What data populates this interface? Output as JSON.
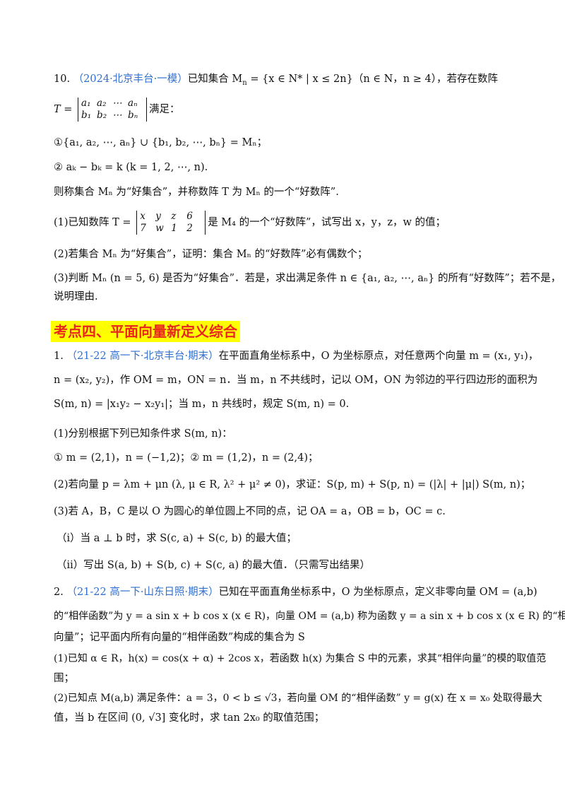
{
  "q10": {
    "num": "10.",
    "source": "（2024·北京丰台·一模）",
    "intro_a": "已知集合 M",
    "intro_b": " = {x ∈ N* | x ≤ 2n}（n ∈ N，n ≥ 4），若存在数阵",
    "matrix_label": "T =",
    "matrix_row1": [
      "a₁",
      "a₂",
      "⋯",
      "aₙ"
    ],
    "matrix_row2": [
      "b₁",
      "b₂",
      "⋯",
      "bₙ"
    ],
    "matrix_after": "满足：",
    "cond1": "①{a₁, a₂, ⋯, aₙ} ∪ {b₁, b₂, ⋯, bₙ} = Mₙ；",
    "cond2": "② aₖ − bₖ = k (k = 1, 2, ⋯, n).",
    "define": "则称集合 Mₙ 为“好集合”，并称数阵 T 为 Mₙ 的一个“好数阵”.",
    "p1_a": "(1)已知数阵 T =",
    "p1_row1": [
      "x",
      "y",
      "z",
      "6"
    ],
    "p1_row2": [
      "7",
      "w",
      "1",
      "2"
    ],
    "p1_b": "是 M₄ 的一个“好数阵”，试写出 x，y，z，w 的值；",
    "p2": "(2)若集合 Mₙ 为“好集合”，证明：集合 Mₙ 的“好数阵”必有偶数个；",
    "p3_a": "(3)判断 Mₙ (n = 5, 6) 是否为“好集合”．若是，求出满足条件 n ∈ {a₁, a₂, ⋯, aₙ} 的所有“好数阵”；若不是，",
    "p3_b": "说明理由."
  },
  "section_title": "考点四、平面向量新定义综合",
  "s1": {
    "num": "1.",
    "source": "（21-22 高一下·北京丰台·期末）",
    "l1": "在平面直角坐标系中，O 为坐标原点，对任意两个向量 m = (x₁, y₁)，",
    "l2": "n = (x₂, y₂)，作 OM = m，ON = n．当 m，n 不共线时，记以 OM，ON 为邻边的平行四边形的面积为",
    "l3": "S(m, n) = |x₁y₂ − x₂y₁|；当 m，n 共线时，规定 S(m, n) = 0.",
    "p1": "(1)分别根据下列已知条件求 S(m, n)：",
    "p1_sub": "① m = (2,1)，n = (−1,2)；② m = (1,2)，n = (2,4)；",
    "p2": "(2)若向量 p = λm + μn (λ, μ ∈ R, λ² + μ² ≠ 0)，求证：S(p, m) + S(p, n) = (|λ| + |μ|) S(m, n)；",
    "p3": "(3)若 A，B，C 是以 O 为圆心的单位圆上不同的点，记 OA = a，OB = b，OC = c.",
    "p3_i": "（i）当 a ⊥ b 时，求 S(c, a) + S(c, b) 的最大值；",
    "p3_ii": "（ii）写出 S(a, b) + S(b, c) + S(c, a) 的最大值．（只需写出结果）"
  },
  "s2": {
    "num": "2.",
    "source": "（21-22 高一下·山东日照·期末）",
    "l1": "已知在平面直角坐标系中，O 为坐标原点，定义非零向量 OM = (a,b)",
    "l2": "的“相伴函数”为 y = a sin x + b cos x (x ∈ R)，向量 OM = (a,b) 称为函数 y = a sin x + b cos x (x ∈ R) 的“相伴",
    "l3": "向量”；记平面内所有向量的“相伴函数”构成的集合为 S",
    "p1_a": "(1)已知 α ∈ R，h(x) = cos(x + α) + 2cos x，若函数 h(x) 为集合 S 中的元素，求其“相伴向量”的模的取值范",
    "p1_b": "围；",
    "p2_a": "(2)已知点 M(a,b) 满足条件：a = 3，0 < b ≤ √3，若向量 OM 的“相伴函数” y = g(x) 在 x = x₀ 处取得最大",
    "p2_b": "值，当 b 在区间 (0, √3] 变化时，求 tan 2x₀ 的取值范围；"
  }
}
